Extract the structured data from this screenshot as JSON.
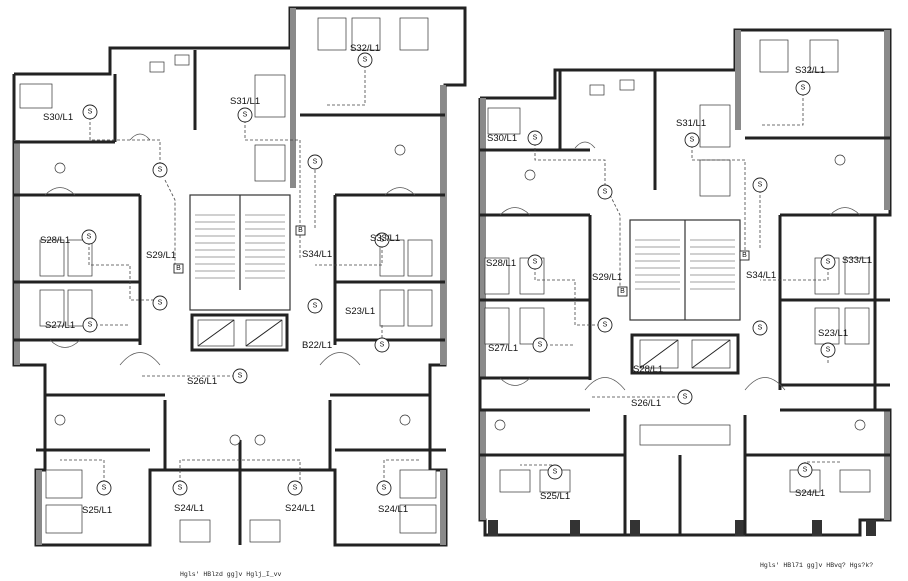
{
  "plans": [
    {
      "id": "left",
      "caption": "Hgls' HBlzd gg]v Hglj_I_vv",
      "rooms": {
        "s32": "S32/L1",
        "s31": "S31/L1",
        "s30": "S30/L1",
        "s28": "S28/L1",
        "s29": "S29/L1",
        "s34": "S34/L1",
        "s33": "S33/L1",
        "s27": "S27/L1",
        "s23": "S23/L1",
        "b22": "B22/L1",
        "s26": "S26/L1",
        "s25": "S25/L1",
        "s24a": "S24/L1",
        "s24b": "S24/L1",
        "s24c": "S24/L1"
      }
    },
    {
      "id": "right",
      "caption": "Hgls' HBl71 gg]v HBvq? Hgs?k?",
      "rooms": {
        "s32": "S32/L1",
        "s31": "S31/L1",
        "s30": "S30/L1",
        "s28": "S28/L1",
        "s29": "S29/L1",
        "s34": "S34/L1",
        "s33": "S33/L1",
        "s27": "S27/L1",
        "s23": "S23/L1",
        "s28b": "S28/L1",
        "s26": "S26/L1",
        "s25": "S25/L1",
        "s24": "S24/L1"
      }
    }
  ],
  "symbols": {
    "switch": "S",
    "board": "B"
  }
}
